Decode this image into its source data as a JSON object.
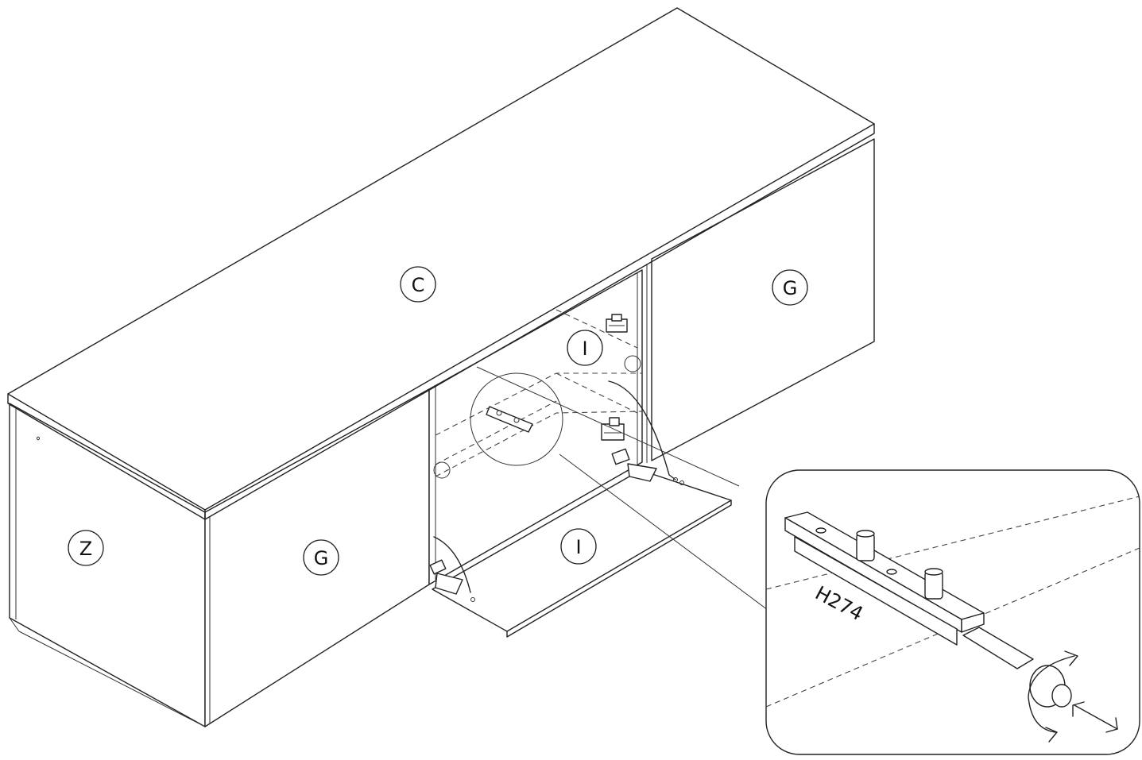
{
  "labels": {
    "top_panel": "C",
    "door_left": "G",
    "door_right": "G",
    "side_panel": "Z",
    "flap_open": "I",
    "flap_closed": "I"
  },
  "detail": {
    "part_code": "H274"
  }
}
